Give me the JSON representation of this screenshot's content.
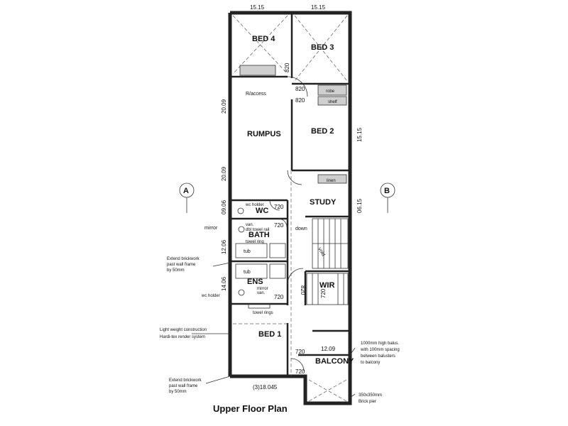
{
  "plan": {
    "title": "Upper Floor Plan",
    "dims": {
      "top_left": "15.15",
      "top_right": "15.15",
      "left_upper": "20.09",
      "left_mid": "20.09",
      "left_wc": "09.06",
      "left_bath": "12.06",
      "left_ens": "14.06",
      "right_upper": "15.15",
      "right_study": "06.15",
      "bottom": "(3)18.045",
      "balcony": "12.09",
      "door_820_a": "820",
      "door_820_b": "820",
      "door_820_c": "820",
      "door_820_d": "820",
      "door_720_a": "720",
      "door_720_b": "720",
      "door_720_c": "720",
      "door_720_d": "720",
      "door_720_e": "720",
      "door_720_f": "720"
    },
    "rooms": {
      "bed4": "BED 4",
      "bed3": "BED 3",
      "rumpus": "RUMPUS",
      "bed2": "BED 2",
      "study": "STUDY",
      "wc": "WC",
      "bath": "BATH",
      "ens": "ENS",
      "bed1": "BED 1",
      "balcony": "BALCONY"
    },
    "fixtures": {
      "r_access": "R/access",
      "robe": "robe",
      "shelf": "shelf",
      "linen": "linen",
      "wc_holder": "wc holder",
      "van": "van.",
      "towel_rail": "dbl towel rail",
      "towel_ring": "towel ring",
      "tub_1": "tub",
      "tub_2": "tub",
      "mirror_ens": "mirror",
      "van_ens": "van.",
      "wc_holder_ens": "wc holder",
      "towel_rings": "towel rings",
      "down": "down",
      "void": "void",
      "wir": "WIR"
    },
    "annotations": {
      "mirror": "mirror",
      "extend_1": [
        "Extend brickwork",
        "past wall frame",
        "by 50mm"
      ],
      "light_weight": [
        "Light weight construction",
        "Hardi-tex render system"
      ],
      "extend_2": [
        "Extend brickwork",
        "past wall frame",
        "by 50mm"
      ],
      "balustrade": [
        "1000mm high balus.",
        "with 100mm spacing",
        "between balusters",
        "to balcony"
      ],
      "pier": [
        "350x350mm",
        "Brick pier"
      ]
    },
    "grid": {
      "a": "A",
      "b": "B"
    }
  }
}
